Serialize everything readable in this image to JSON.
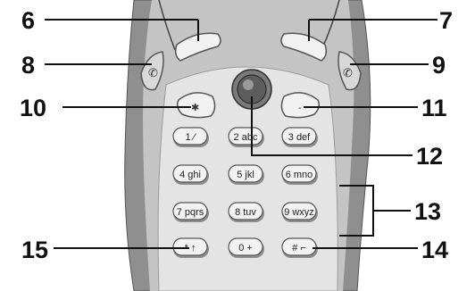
{
  "diagram": {
    "callouts": [
      {
        "id": "c6",
        "text": "6"
      },
      {
        "id": "c7",
        "text": "7"
      },
      {
        "id": "c8",
        "text": "8"
      },
      {
        "id": "c9",
        "text": "9"
      },
      {
        "id": "c10",
        "text": "10"
      },
      {
        "id": "c11",
        "text": "11"
      },
      {
        "id": "c12",
        "text": "12"
      },
      {
        "id": "c13",
        "text": "13"
      },
      {
        "id": "c14",
        "text": "14"
      },
      {
        "id": "c15",
        "text": "15"
      }
    ],
    "keys": [
      {
        "id": "k1",
        "text": "1 ⁄"
      },
      {
        "id": "k2",
        "text": "2 abc"
      },
      {
        "id": "k3",
        "text": "3 def"
      },
      {
        "id": "k4",
        "text": "4 ghi"
      },
      {
        "id": "k5",
        "text": "5 jkl"
      },
      {
        "id": "k6",
        "text": "6 mno"
      },
      {
        "id": "k7",
        "text": "7 pqrs"
      },
      {
        "id": "k8",
        "text": "8 tuv"
      },
      {
        "id": "k9",
        "text": "9 wxyz"
      },
      {
        "id": "kstar",
        "text": "* ↑"
      },
      {
        "id": "k0",
        "text": "0 +"
      },
      {
        "id": "khash",
        "text": "# ⌐"
      }
    ],
    "colors": {
      "body_dark": "#8a8a8a",
      "body_light": "#c9c9c9",
      "keypad_plate": "#e3e3e3",
      "key_fill": "#f2f2f2",
      "key_shadow": "#8d8d8d",
      "line": "#111111"
    }
  }
}
